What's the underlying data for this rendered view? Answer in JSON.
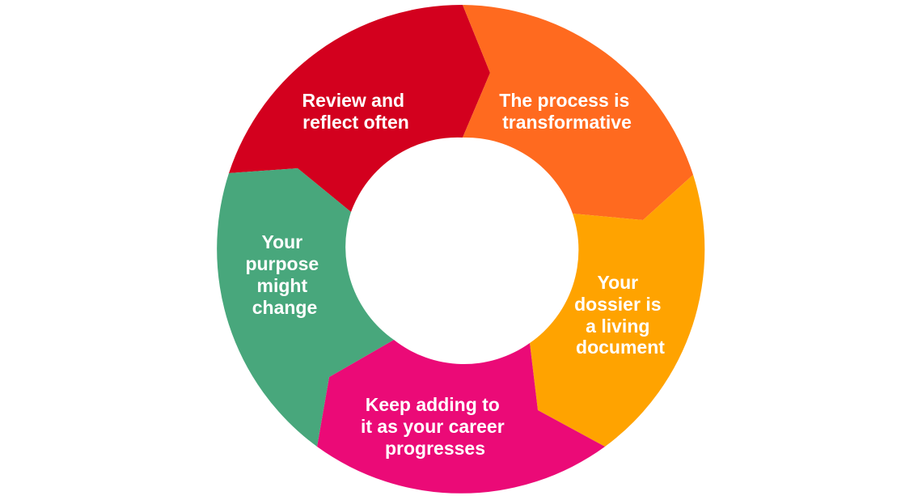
{
  "diagram": {
    "type": "cycle",
    "segments": [
      {
        "id": "review",
        "lines": [
          "Review and",
          "reflect often"
        ],
        "color": "#D3001E"
      },
      {
        "id": "transformative",
        "lines": [
          "The process is",
          "transformative"
        ],
        "color": "#FF6A1F"
      },
      {
        "id": "dossier",
        "lines": [
          "Your",
          "dossier is",
          "a living",
          "document"
        ],
        "color": "#FFA300"
      },
      {
        "id": "career",
        "lines": [
          "Keep adding to",
          "it as your career",
          "progresses"
        ],
        "color": "#EB0A77"
      },
      {
        "id": "purpose",
        "lines": [
          "Your",
          "purpose",
          "might",
          "change"
        ],
        "color": "#48A77C"
      }
    ]
  }
}
